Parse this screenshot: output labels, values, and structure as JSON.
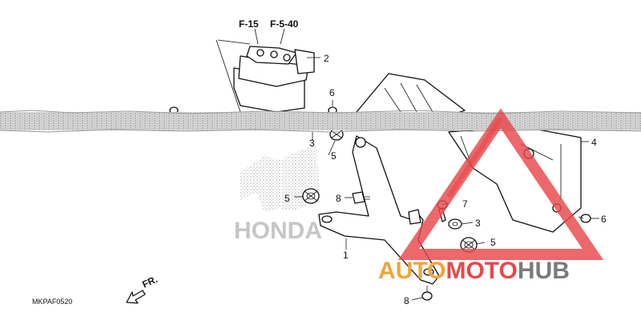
{
  "diagram": {
    "refs": [
      "F-15",
      "F-5-40"
    ],
    "callouts": [
      "2",
      "6",
      "3",
      "5",
      "5",
      "8",
      "7",
      "3",
      "5",
      "1",
      "8",
      "4",
      "6"
    ],
    "code": "MKPAF0520",
    "front": "FR.",
    "watermark": "HONDA"
  },
  "brand": {
    "name_a": "AUTO",
    "name_b": "MOTO",
    "name_c": "HUB",
    "color_red": "#e8474a",
    "color_orange": "#f2a53a",
    "color_gray": "#7a7a7a"
  }
}
